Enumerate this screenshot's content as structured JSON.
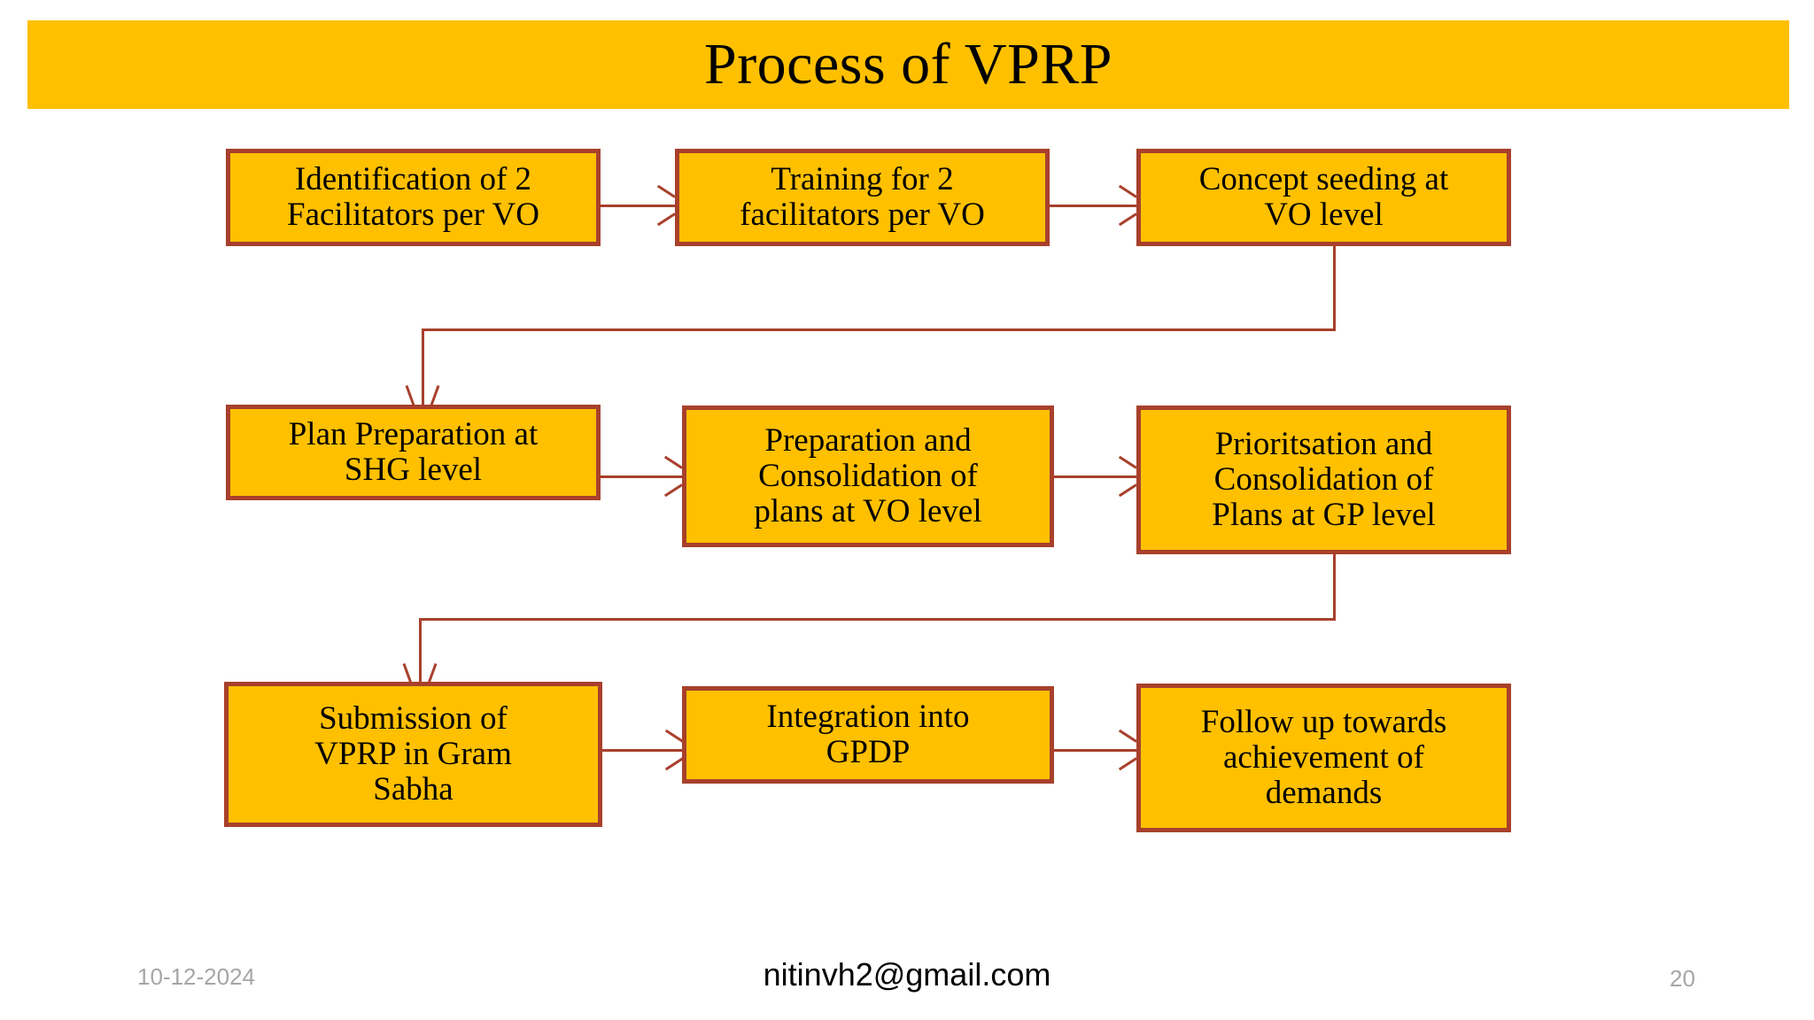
{
  "slide": {
    "title": "Process of VPRP",
    "accent_color": "#ffc000",
    "border_color": "#a8402c",
    "background": "#ffffff"
  },
  "flow": {
    "boxes": [
      {
        "id": "identification-facilitators",
        "label": "Identification of 2\nFacilitators per VO",
        "row": 1,
        "col": 1
      },
      {
        "id": "training-facilitators",
        "label": "Training for 2\nfacilitators per VO",
        "row": 1,
        "col": 2
      },
      {
        "id": "concept-seeding-vo",
        "label": "Concept seeding at\nVO level",
        "row": 1,
        "col": 3
      },
      {
        "id": "plan-preparation-shg",
        "label": "Plan Preparation at\nSHG level",
        "row": 2,
        "col": 1
      },
      {
        "id": "preparation-consolidation-vo",
        "label": "Preparation and\nConsolidation of\nplans at VO level",
        "row": 2,
        "col": 2
      },
      {
        "id": "prioritsation-consolidation-gp",
        "label": "Prioritsation and\nConsolidation of\nPlans at GP level",
        "row": 2,
        "col": 3
      },
      {
        "id": "submission-vprp-gram-sabha",
        "label": "Submission of\nVPRP  in Gram\nSabha",
        "row": 3,
        "col": 1
      },
      {
        "id": "integration-gpdp",
        "label": "Integration into\nGPDP",
        "row": 3,
        "col": 2
      },
      {
        "id": "follow-up-demands",
        "label": "Follow up towards\nachievement of\ndemands",
        "row": 3,
        "col": 3
      }
    ],
    "connectors": [
      {
        "id": "c1",
        "from": "identification-facilitators",
        "to": "training-facilitators",
        "kind": "arrow-right"
      },
      {
        "id": "c2",
        "from": "training-facilitators",
        "to": "concept-seeding-vo",
        "kind": "arrow-right"
      },
      {
        "id": "c3",
        "from": "concept-seeding-vo",
        "to": "plan-preparation-shg",
        "kind": "elbow-down-left"
      },
      {
        "id": "c4",
        "from": "plan-preparation-shg",
        "to": "preparation-consolidation-vo",
        "kind": "arrow-right"
      },
      {
        "id": "c5",
        "from": "preparation-consolidation-vo",
        "to": "prioritsation-consolidation-gp",
        "kind": "arrow-right"
      },
      {
        "id": "c6",
        "from": "prioritsation-consolidation-gp",
        "to": "submission-vprp-gram-sabha",
        "kind": "elbow-down-left"
      },
      {
        "id": "c7",
        "from": "submission-vprp-gram-sabha",
        "to": "integration-gpdp",
        "kind": "arrow-right"
      },
      {
        "id": "c8",
        "from": "integration-gpdp",
        "to": "follow-up-demands",
        "kind": "arrow-right"
      }
    ]
  },
  "footer": {
    "date": "10-12-2024",
    "email": "nitinvh2@gmail.com",
    "page_number": "20"
  }
}
